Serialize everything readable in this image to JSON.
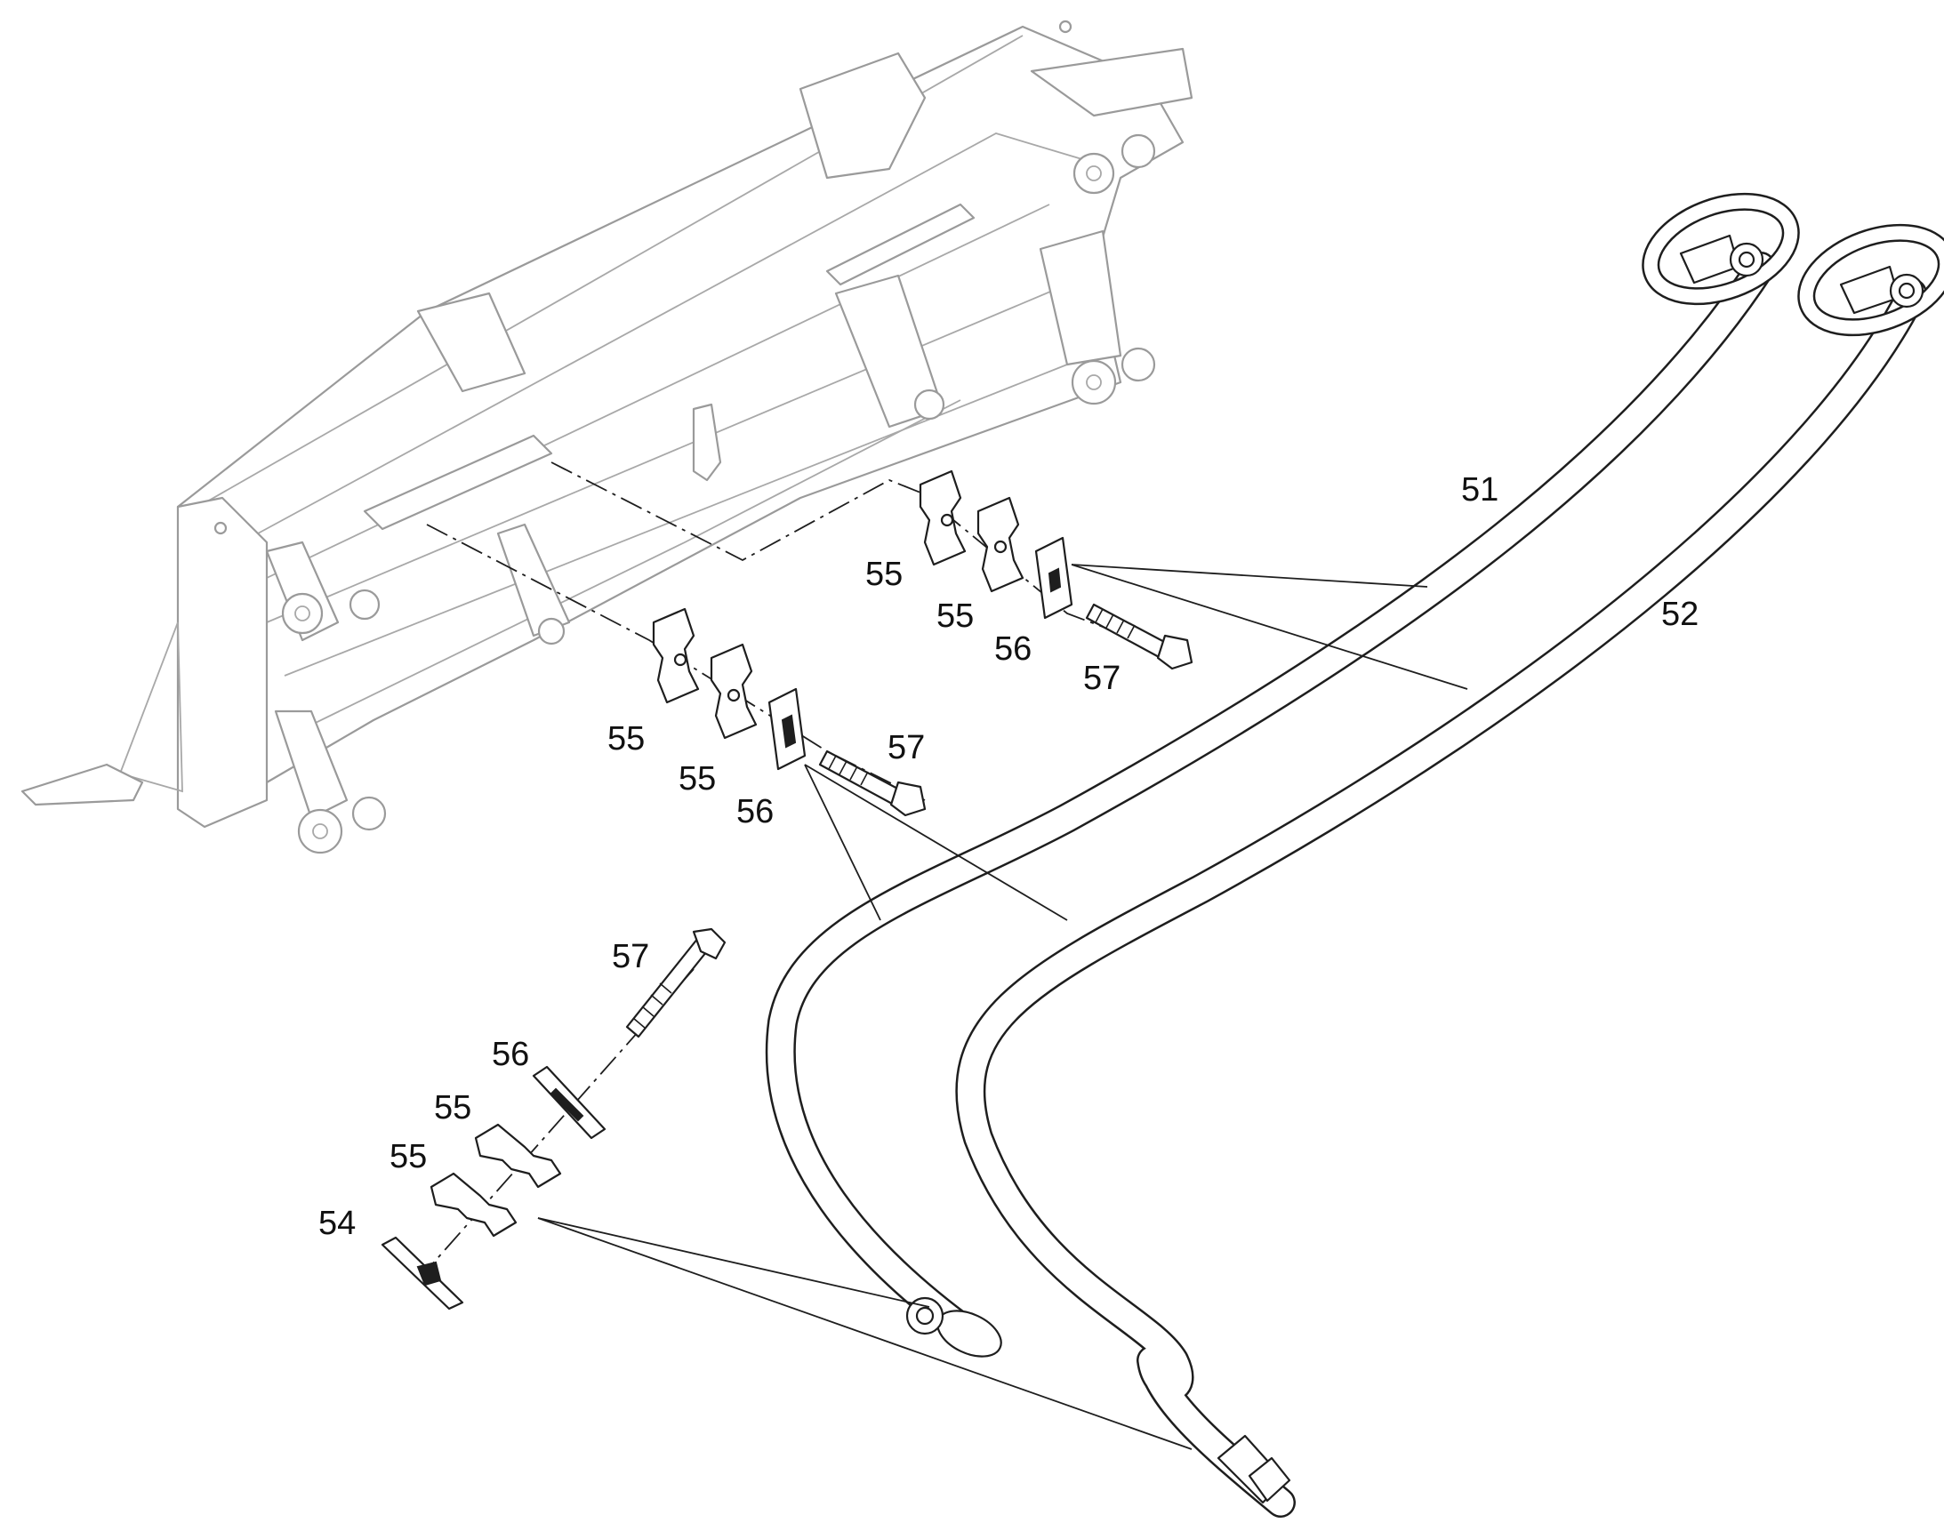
{
  "callouts": {
    "c51": "51",
    "c52": "52",
    "c54": "54",
    "c55a": "55",
    "c55b": "55",
    "c55c": "55",
    "c55d": "55",
    "c55e": "55",
    "c55f": "55",
    "c56a": "56",
    "c56b": "56",
    "c56c": "56",
    "c57a": "57",
    "c57b": "57",
    "c57c": "57"
  },
  "colors": {
    "line": "#1e1e1e",
    "frame": "#9a9a9a",
    "background": "#ffffff"
  }
}
